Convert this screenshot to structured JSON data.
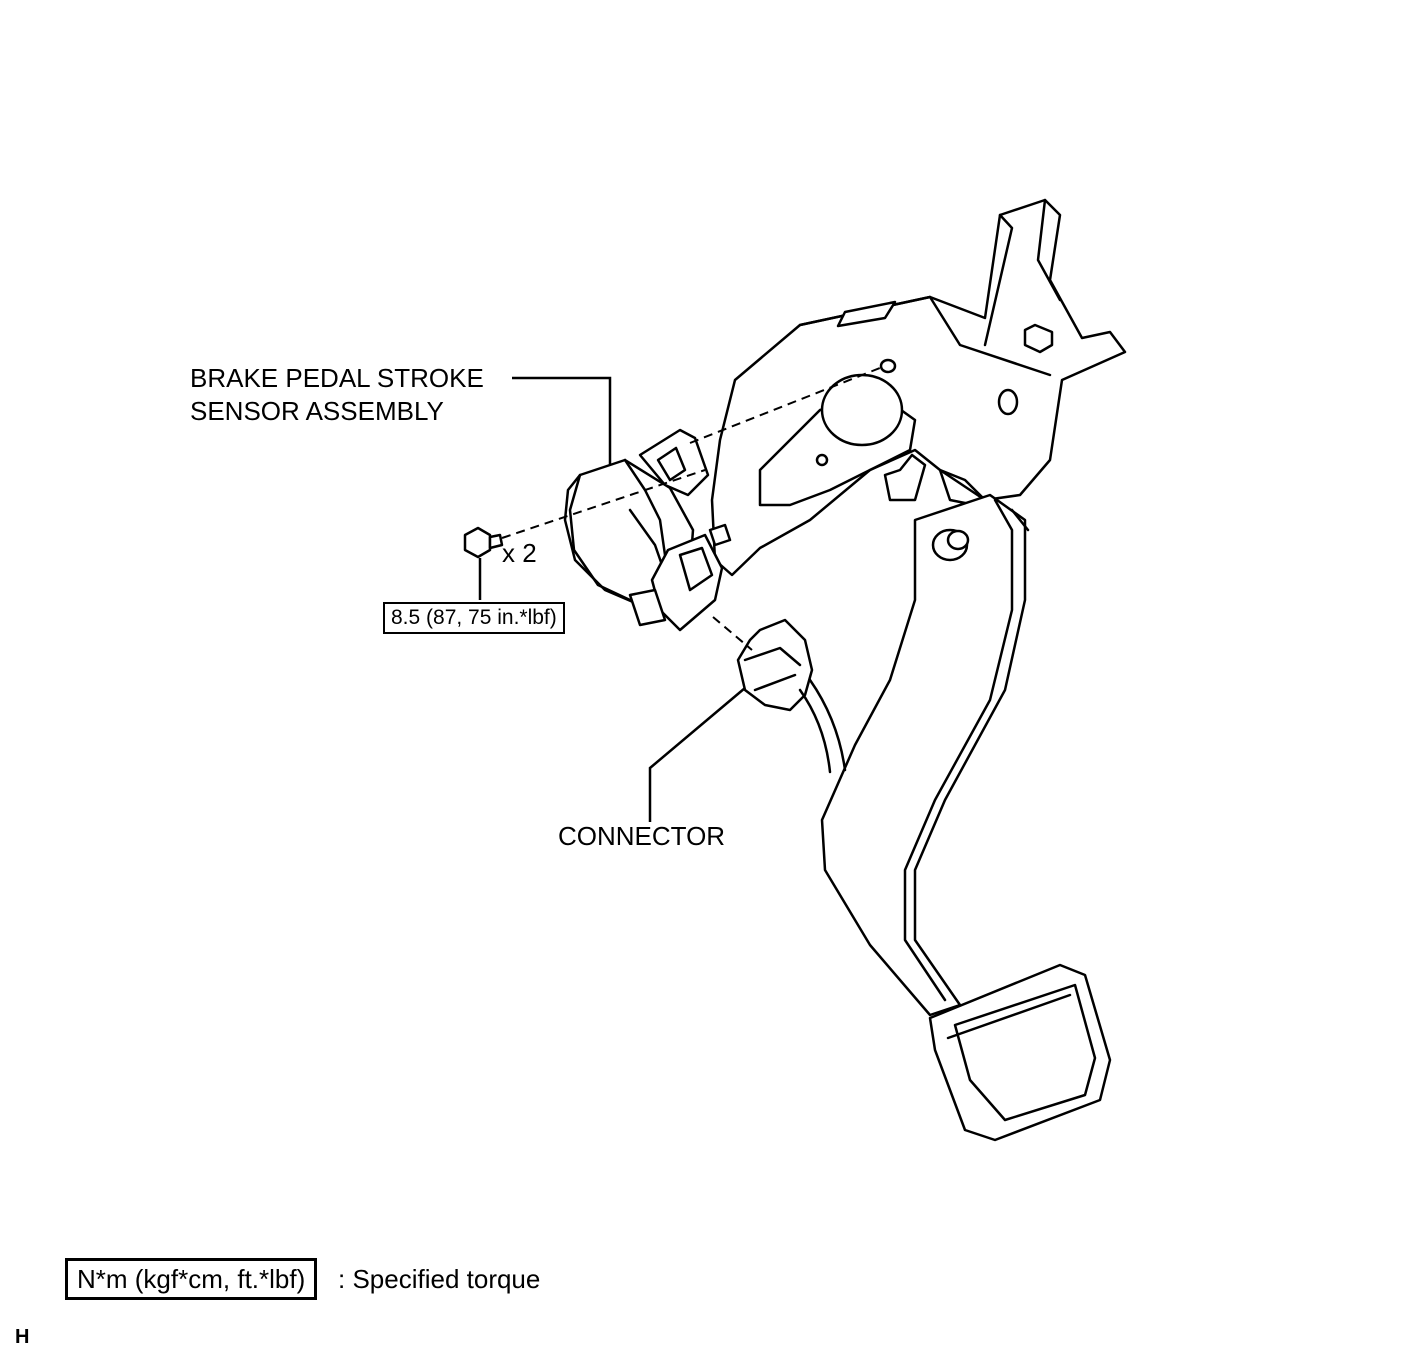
{
  "labels": {
    "sensor_line1": "BRAKE PEDAL STROKE",
    "sensor_line2": "SENSOR ASSEMBLY",
    "bolt_qty": "x 2",
    "torque_value": "8.5 (87, 75 in.*lbf)",
    "connector": "CONNECTOR"
  },
  "legend": {
    "unit_box": "N*m (kgf*cm, ft.*lbf)",
    "description": ": Specified torque"
  },
  "corner_mark": "H"
}
